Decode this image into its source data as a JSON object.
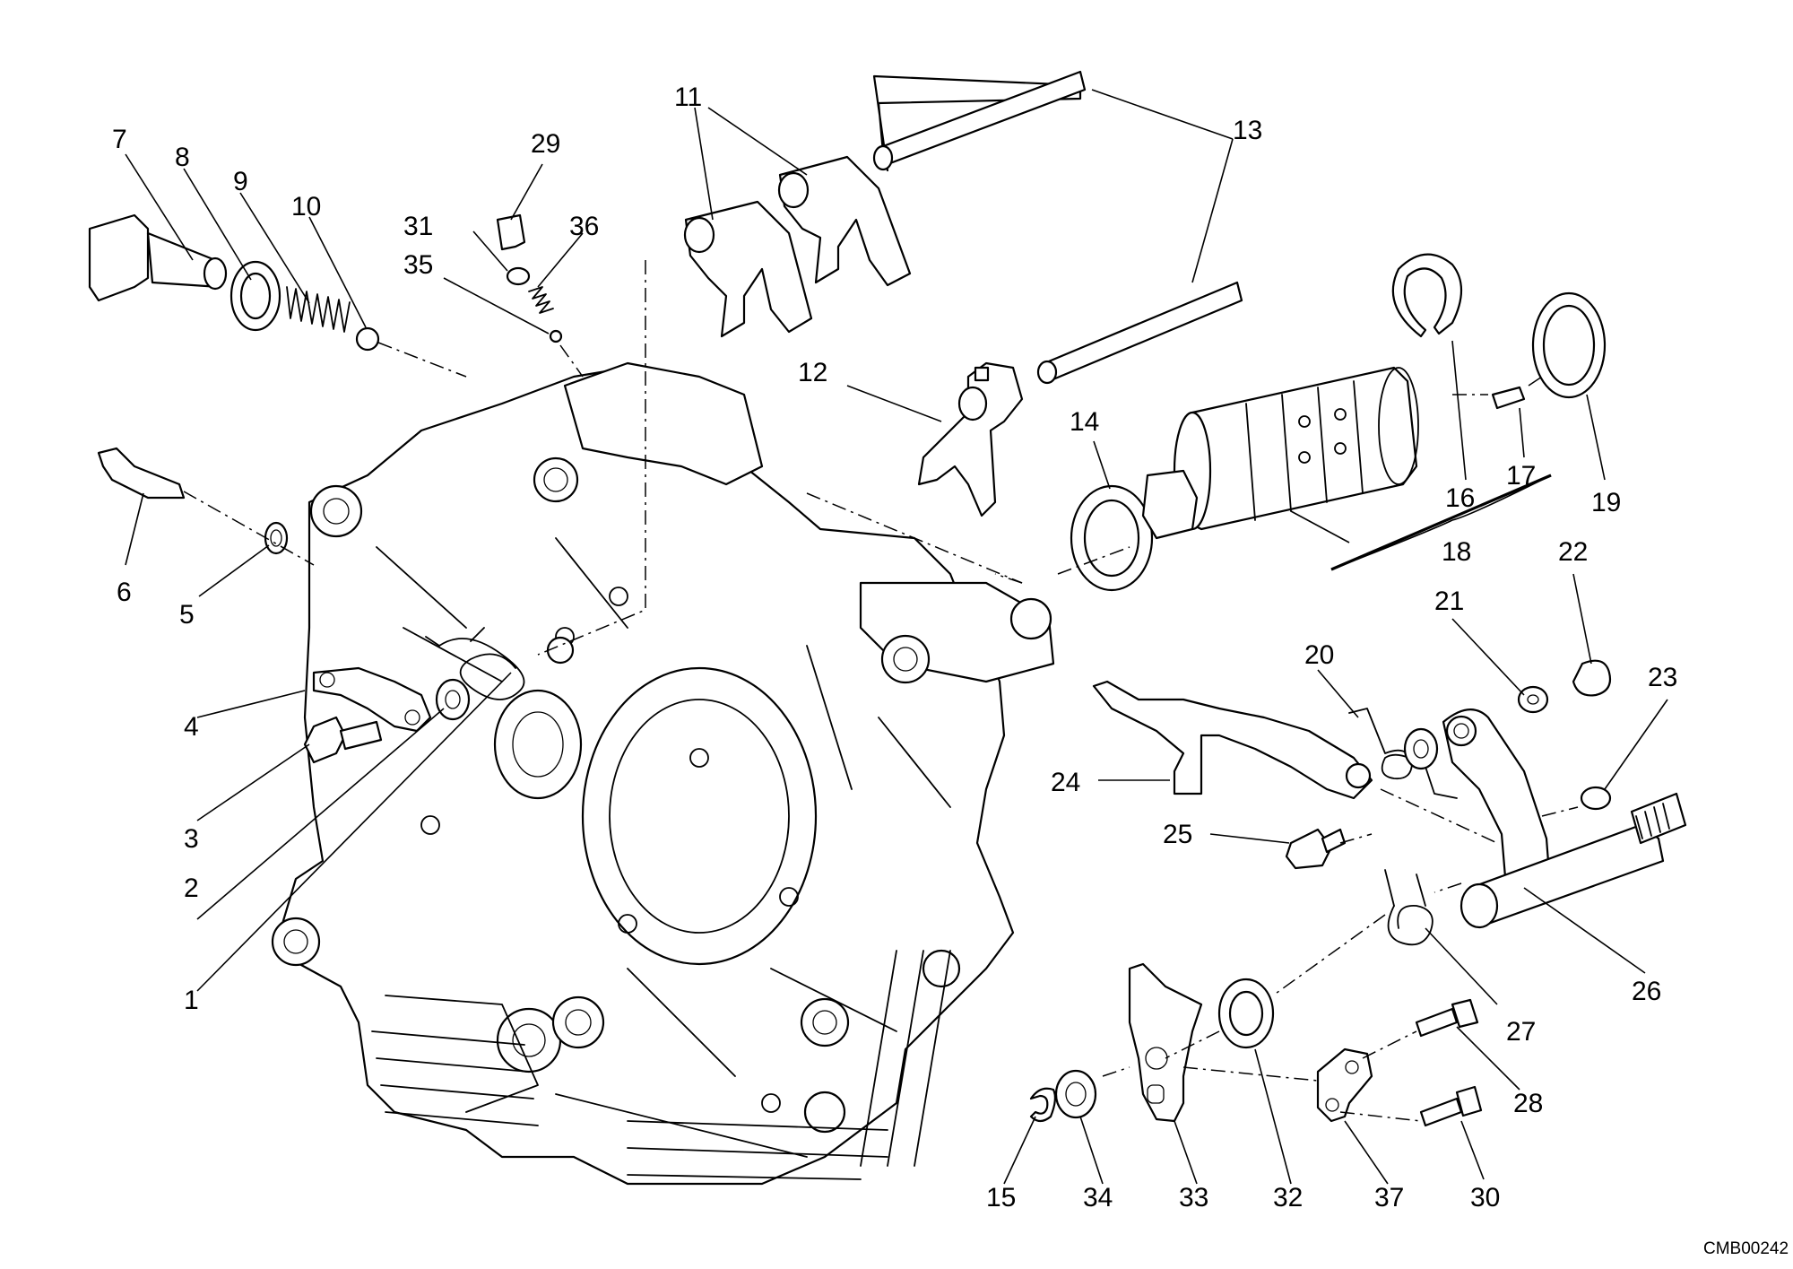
{
  "diagram": {
    "code": "CMB00242",
    "labels": [
      {
        "id": "1",
        "text": "1"
      },
      {
        "id": "2",
        "text": "2"
      },
      {
        "id": "3",
        "text": "3"
      },
      {
        "id": "4",
        "text": "4"
      },
      {
        "id": "5",
        "text": "5"
      },
      {
        "id": "6",
        "text": "6"
      },
      {
        "id": "7",
        "text": "7"
      },
      {
        "id": "8",
        "text": "8"
      },
      {
        "id": "9",
        "text": "9"
      },
      {
        "id": "10",
        "text": "10"
      },
      {
        "id": "11",
        "text": "11"
      },
      {
        "id": "12",
        "text": "12"
      },
      {
        "id": "13",
        "text": "13"
      },
      {
        "id": "14",
        "text": "14"
      },
      {
        "id": "15",
        "text": "15"
      },
      {
        "id": "16",
        "text": "16"
      },
      {
        "id": "17",
        "text": "17"
      },
      {
        "id": "18",
        "text": "18"
      },
      {
        "id": "19",
        "text": "19"
      },
      {
        "id": "20",
        "text": "20"
      },
      {
        "id": "21",
        "text": "21"
      },
      {
        "id": "22",
        "text": "22"
      },
      {
        "id": "23",
        "text": "23"
      },
      {
        "id": "24",
        "text": "24"
      },
      {
        "id": "25",
        "text": "25"
      },
      {
        "id": "26",
        "text": "26"
      },
      {
        "id": "27",
        "text": "27"
      },
      {
        "id": "28",
        "text": "28"
      },
      {
        "id": "29",
        "text": "29"
      },
      {
        "id": "30",
        "text": "30"
      },
      {
        "id": "31",
        "text": "31"
      },
      {
        "id": "32",
        "text": "32"
      },
      {
        "id": "33",
        "text": "33"
      },
      {
        "id": "34",
        "text": "34"
      },
      {
        "id": "35",
        "text": "35"
      },
      {
        "id": "36",
        "text": "36"
      },
      {
        "id": "37",
        "text": "37"
      }
    ]
  }
}
